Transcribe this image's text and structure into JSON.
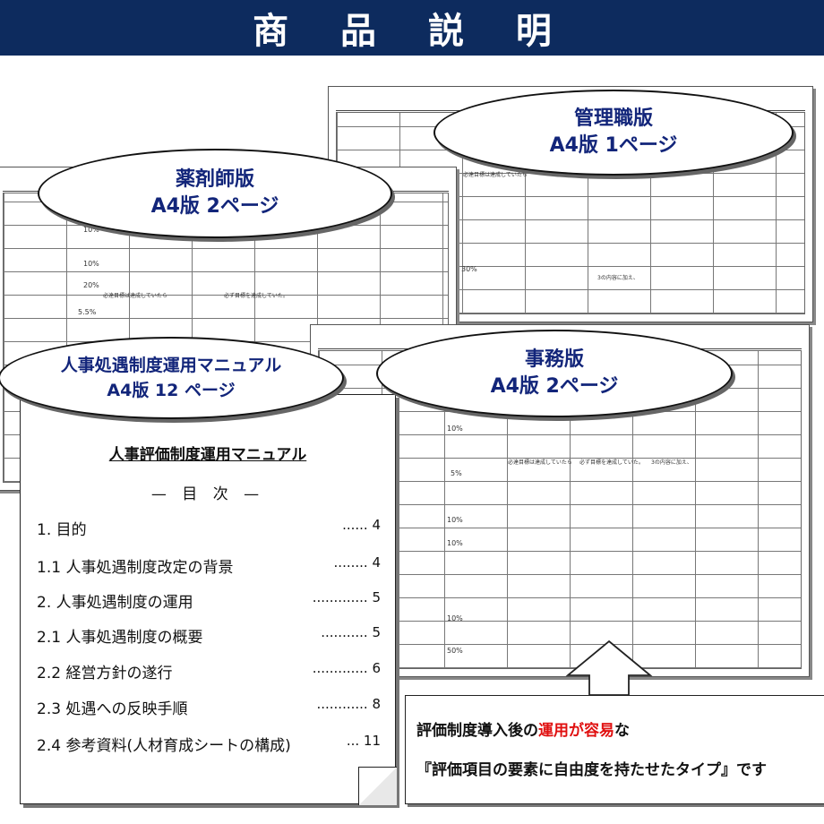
{
  "banner": {
    "title": "商 品 説 明"
  },
  "ovals": {
    "kanrishoku": {
      "line1": "管理職版",
      "line2": "A4版 1ページ"
    },
    "yakuzaishi": {
      "line1": "薬剤師版",
      "line2": "A4版 2ページ"
    },
    "jimu": {
      "line1": "事務版",
      "line2": "A4版 2ページ"
    },
    "manual": {
      "line1": "人事処遇制度運用マニュアル",
      "line2": "A4版 12 ページ"
    }
  },
  "manual": {
    "title": "人事評価制度運用マニュアル",
    "subtitle": "— 目 次 —",
    "toc": [
      {
        "label": "1.  目的",
        "page": "...... 4"
      },
      {
        "label": "1.1  人事処遇制度改定の背景",
        "page": "........ 4"
      },
      {
        "label": "2.   人事処遇制度の運用",
        "page": "............. 5"
      },
      {
        "label": "2.1  人事処遇制度の概要",
        "page": "........... 5"
      },
      {
        "label": "2.2  経営方針の遂行",
        "page": "............. 6"
      },
      {
        "label": "2.3  処遇への反映手順",
        "page": "............ 8"
      },
      {
        "label": "2.4  参考資料(人材育成シートの構成)",
        "page": "... 11"
      }
    ]
  },
  "callout": {
    "line1_pre": "評価制度導入後の",
    "line1_red": "運用が容易",
    "line1_post": "な",
    "line2": "『評価項目の要素に自由度を持たせたタイプ』です"
  },
  "sheet_text": {
    "s1": "必ず目標を達成していた。",
    "s2": "必達目標は達成していたら",
    "s3": "3の内容に加え、",
    "pct1": "10%",
    "pct2": "20%",
    "pct3": "5%",
    "pct4": "5.5%",
    "pct5": "30%",
    "pct6": "50%"
  },
  "colors": {
    "banner": "#0d2b5e",
    "oval_text": "#12257a",
    "highlight": "#e01010"
  }
}
